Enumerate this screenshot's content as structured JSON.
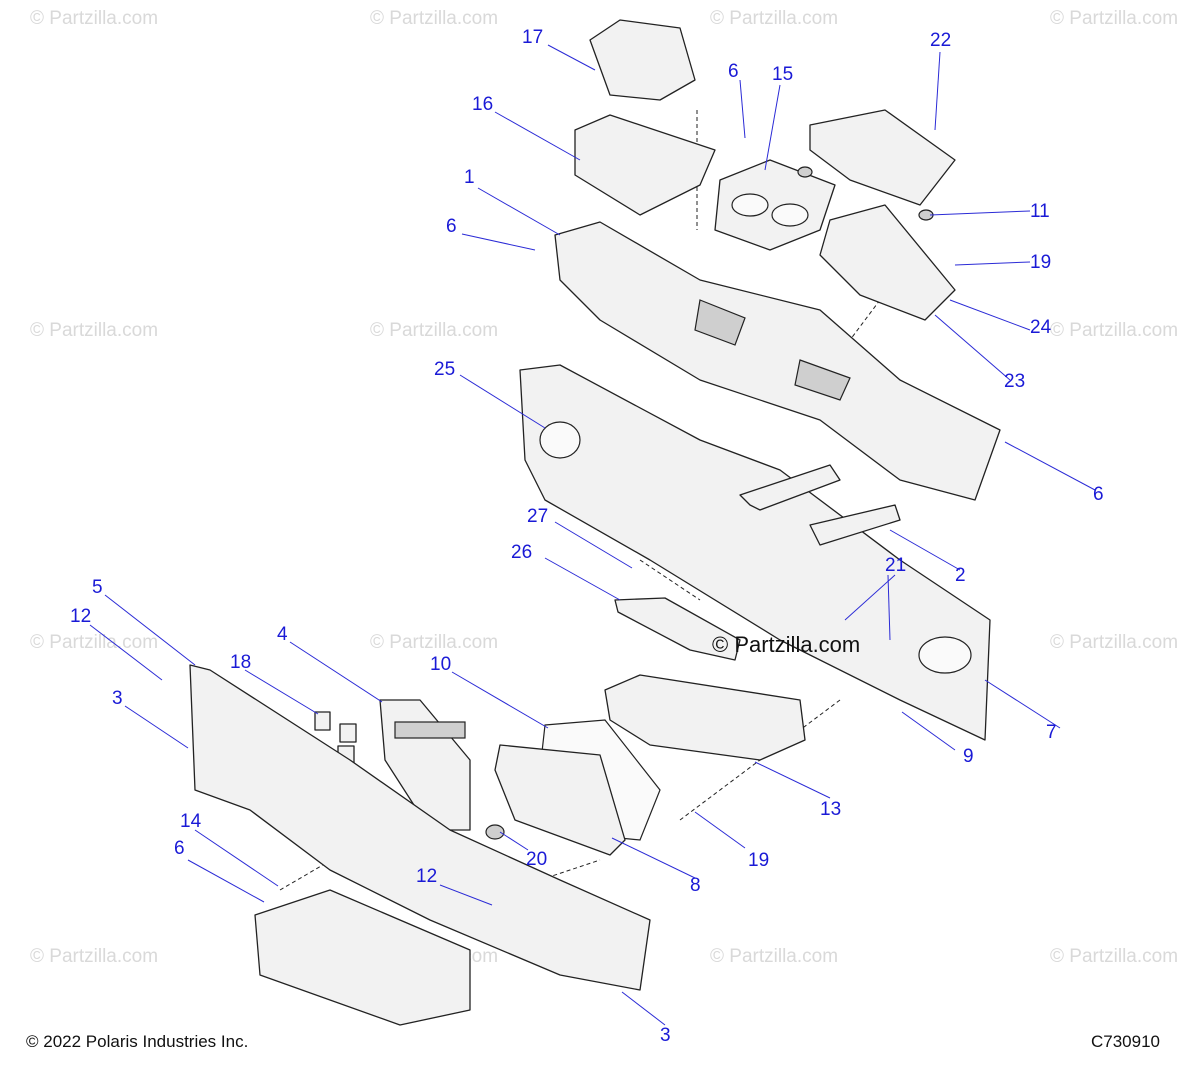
{
  "watermark": "© Partzilla.com",
  "center_watermark": "© Partzilla.com",
  "footer": {
    "copyright": "© 2022 Polaris Industries Inc.",
    "drawing_number": "C730910"
  },
  "callouts": [
    "17",
    "6",
    "15",
    "22",
    "16",
    "1",
    "11",
    "6",
    "19",
    "24",
    "23",
    "25",
    "6",
    "27",
    "2",
    "26",
    "21",
    "5",
    "12",
    "4",
    "18",
    "10",
    "7",
    "9",
    "3",
    "13",
    "14",
    "6",
    "20",
    "19",
    "8",
    "12",
    "3"
  ],
  "colors": {
    "callout": "#1a1ad6",
    "watermark": "#d9d9d9",
    "line": "#222222"
  }
}
